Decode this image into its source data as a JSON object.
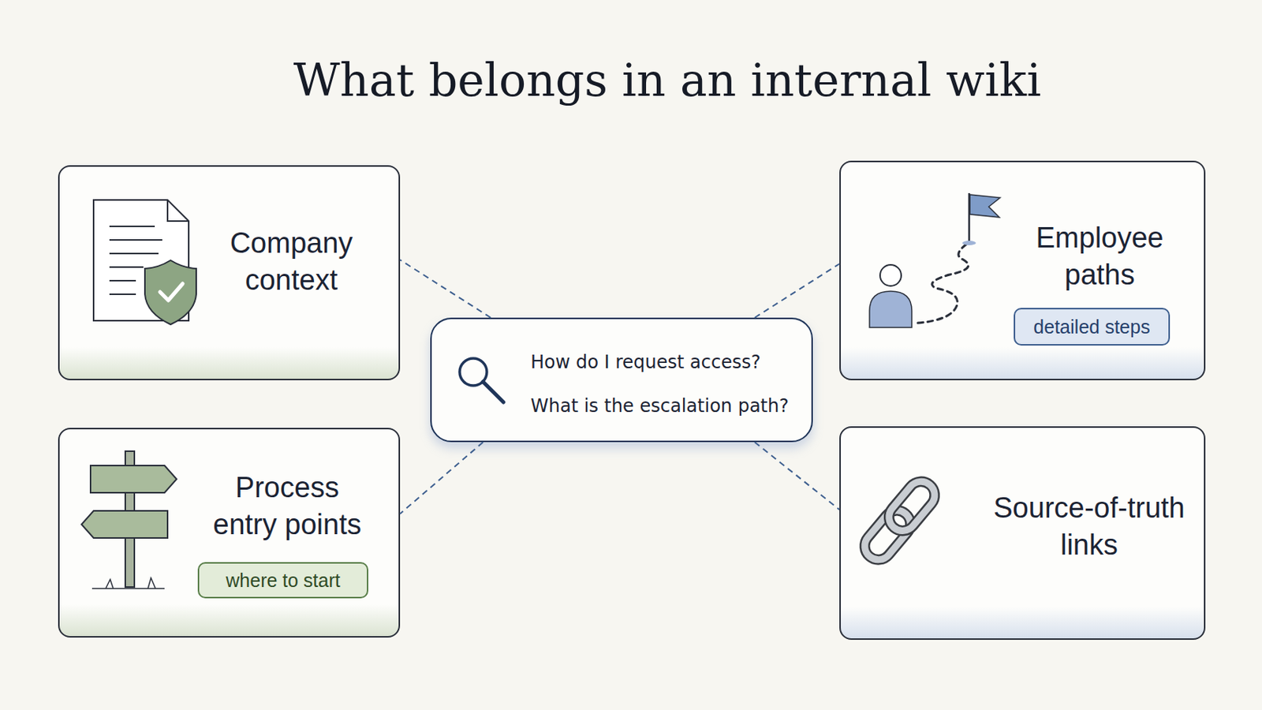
{
  "diagram": {
    "title": "What belongs in an internal wiki",
    "nodes": [
      {
        "text": [
          "Company context"
        ]
      },
      {
        "text": [
          "Employee paths"
        ]
      },
      {
        "text": [
          "detailed steps"
        ],
        "in": 1
      },
      {
        "text": [
          "How do I request access?",
          "What is the escalation path?"
        ]
      },
      {
        "text": [
          "Process entry points"
        ]
      },
      {
        "text": [
          "where to start"
        ],
        "in": 4
      },
      {
        "text": [
          "Source-of-truth links"
        ]
      }
    ],
    "edges": [
      {
        "from": 3,
        "to": 0,
        "arrow": "none"
      },
      {
        "from": 3,
        "to": 1,
        "arrow": "none"
      },
      {
        "from": 3,
        "to": 4,
        "arrow": "none"
      },
      {
        "from": 3,
        "to": 6,
        "arrow": "none"
      }
    ]
  }
}
